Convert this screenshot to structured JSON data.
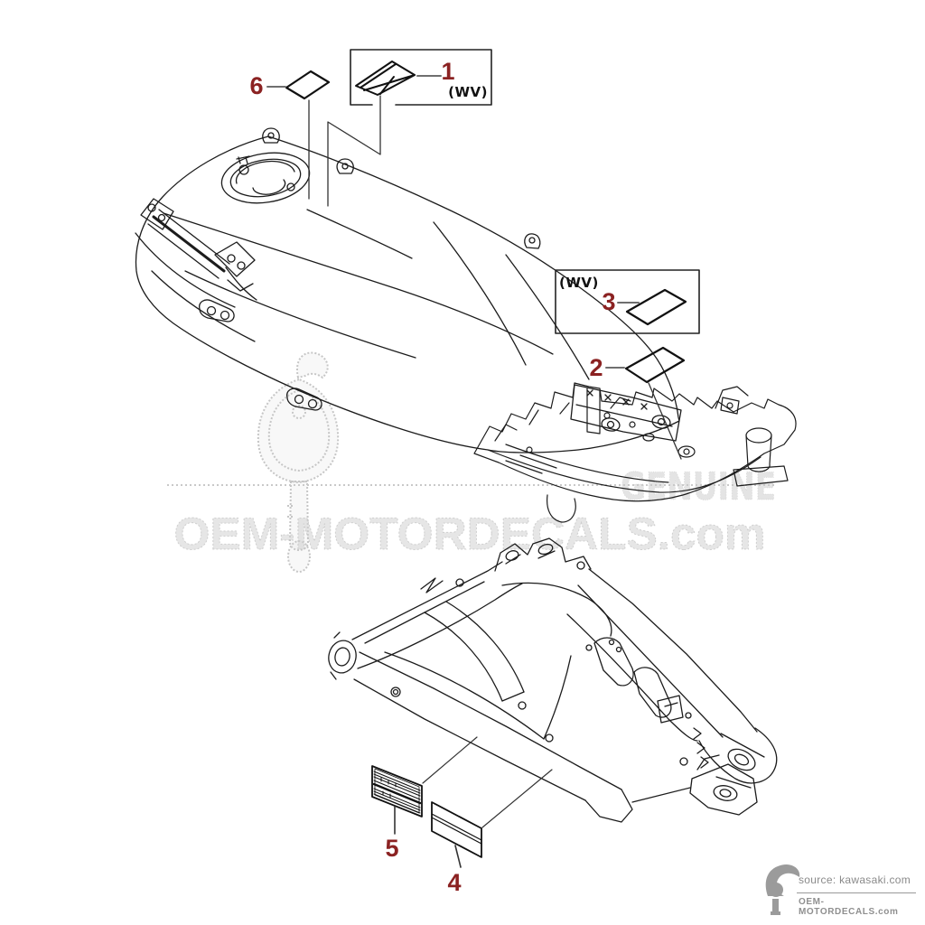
{
  "figure": {
    "type": "parts-decal-diagram",
    "callouts": [
      {
        "id": 1,
        "label": "1"
      },
      {
        "id": 2,
        "label": "2"
      },
      {
        "id": 3,
        "label": "3"
      },
      {
        "id": 4,
        "label": "4"
      },
      {
        "id": 5,
        "label": "5"
      },
      {
        "id": 6,
        "label": "6"
      }
    ],
    "option_tags": [
      {
        "location": "box-1",
        "label": "(WV)"
      },
      {
        "location": "box-3",
        "label": "(WV)"
      }
    ]
  },
  "watermark": {
    "main_text": "OEM-MOTORDECALS.com",
    "fragment_text": "GENUINE"
  },
  "footer": {
    "source_text": "source: kawasaki.com",
    "brand_text": "OEM-MOTORDECALS.com"
  },
  "colors": {
    "callout_number": "#8b2222",
    "line_art": "#1c1c1c",
    "leader_gray": "#6f6f6f",
    "watermark_gray": "#c9c9c9",
    "footer_gray": "#8a8a8a",
    "background": "#ffffff"
  }
}
